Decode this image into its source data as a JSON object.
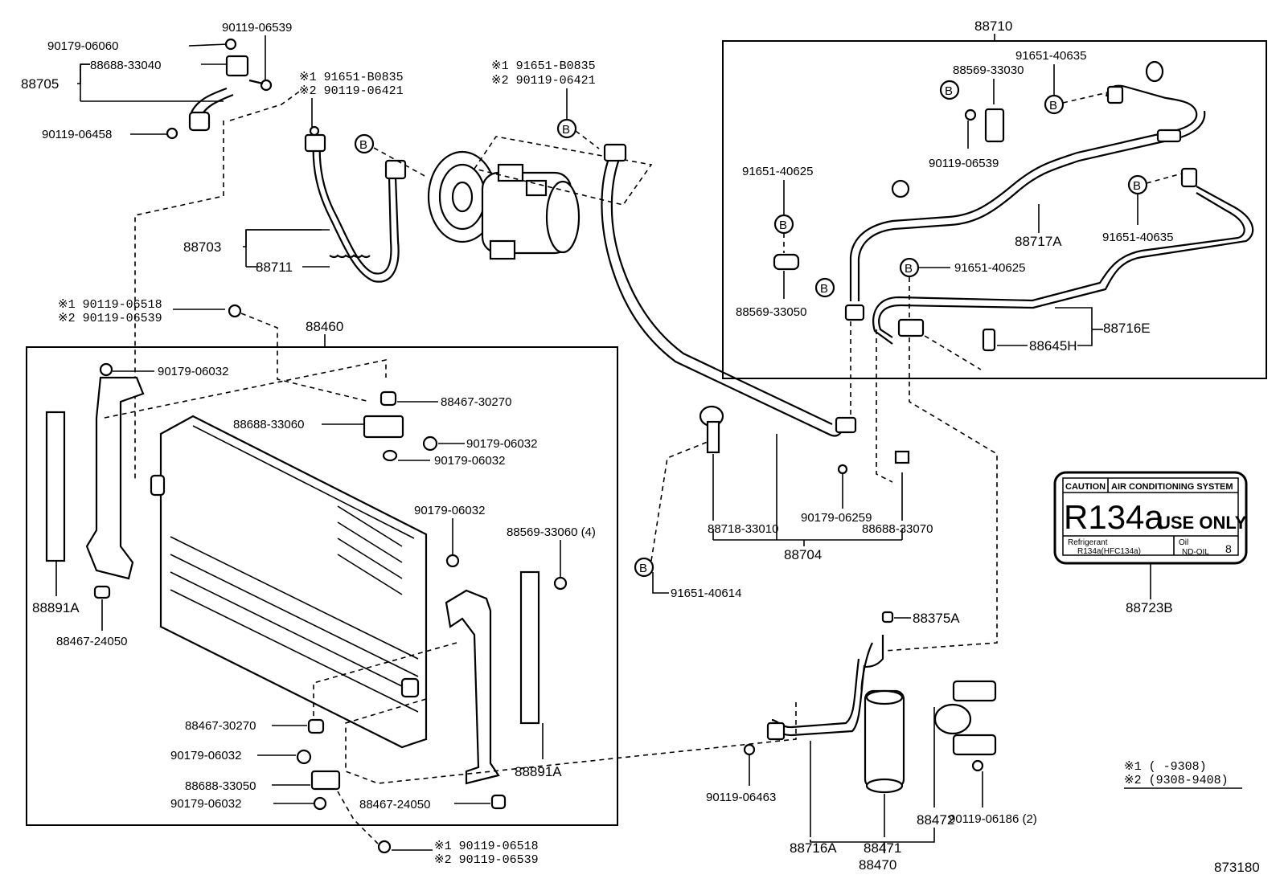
{
  "diagram_number": "873180",
  "legend": {
    "n1": "※1   (      -9308)",
    "n2": "※2  (9308-9408)"
  },
  "groups": {
    "g88710": "88710",
    "g88460": "88460",
    "g88705": "88705",
    "g88703": "88703",
    "g88704": "88704",
    "g88470": "88470"
  },
  "caution_label": {
    "caution": "CAUTION",
    "system": "AIR CONDITIONING SYSTEM",
    "main": "R134a",
    "use_only": "USE ONLY",
    "refrigerant": "Refrigerant",
    "refrigerant_value": "R134a(HFC134a)",
    "oil": "Oil",
    "oil_value": "ND-OIL",
    "oil_number": "8",
    "part": "88723B"
  },
  "labels": {
    "l01": "90119-06539",
    "l02": "90179-06060",
    "l03": "88688-33040",
    "l04": "90119-06458",
    "l05": "※1 91651-B0835",
    "l06": "※2 90119-06421",
    "l07": "※1 91651-B0835",
    "l08": "※2 90119-06421",
    "l09": "88711",
    "l10": "※1 90119-06518",
    "l11": "※2 90119-06539",
    "l12": "88569-33030",
    "l13": "91651-40635",
    "l14": "90119-06539",
    "l15": "91651-40625",
    "l16": "88717A",
    "l17": "91651-40635",
    "l18": "91651-40625",
    "l19": "88569-33050",
    "l20": "88716E",
    "l21": "88645H",
    "l22": "90179-06032",
    "l23": "88467-30270",
    "l24": "88688-33060",
    "l25": "90179-06032",
    "l26": "90179-06032",
    "l27": "90179-06032",
    "l28": "88569-33060 (4)",
    "l29": "88891A",
    "l30": "88467-24050",
    "l31": "88467-30270",
    "l32": "90179-06032",
    "l33": "88688-33050",
    "l34": "90179-06032",
    "l35": "88467-24050",
    "l36": "88891A",
    "l37": "※1 90119-06518",
    "l38": "※2 90119-06539",
    "l39": "88718-33010",
    "l40": "90179-06259",
    "l41": "88688-33070",
    "l42": "91651-40614",
    "l43": "88375A",
    "l44": "90119-06463",
    "l45": "88716A",
    "l46": "88471",
    "l47": "88472",
    "l48": "90119-06186 (2)"
  },
  "b_marker": "B"
}
